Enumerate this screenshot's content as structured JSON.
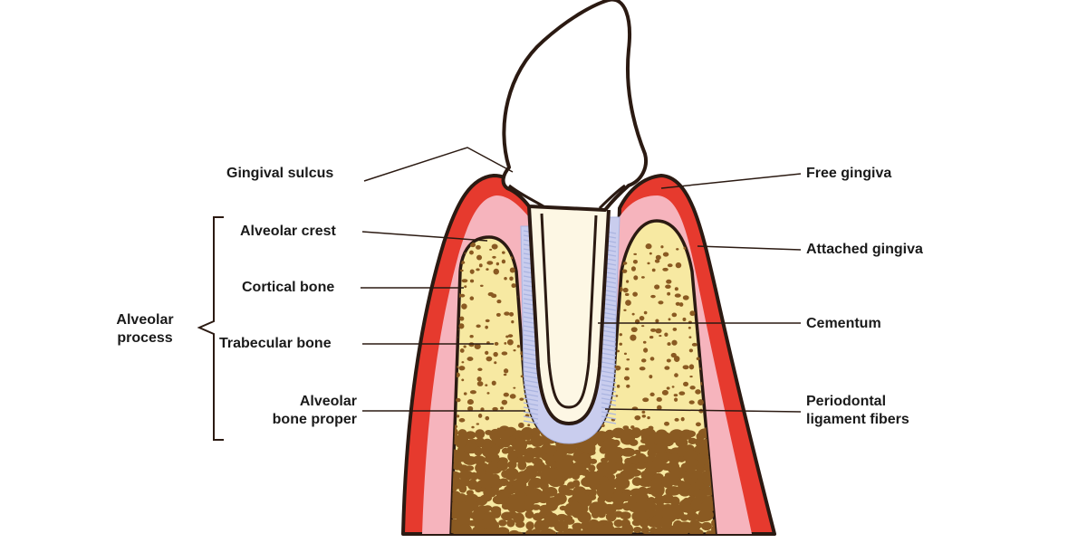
{
  "labels": {
    "gingival_sulcus": "Gingival sulcus",
    "alveolar_crest": "Alveolar crest",
    "cortical_bone": "Cortical bone",
    "trabecular_bone": "Trabecular bone",
    "alveolar_bone_proper_line1": "Alveolar",
    "alveolar_bone_proper_line2": "bone proper",
    "alveolar_process_line1": "Alveolar",
    "alveolar_process_line2": "process",
    "free_gingiva": "Free gingiva",
    "attached_gingiva": "Attached gingiva",
    "cementum": "Cementum",
    "periodontal_ligament_line1": "Periodontal",
    "periodontal_ligament_line2": "ligament fibers"
  },
  "colors": {
    "gingiva_red": "#e63a2e",
    "gingiva_pink": "#f6b4bd",
    "bone_yellow": "#f7e9a2",
    "trabecule_brown": "#8a5a22",
    "ligament_blue": "#aab4e0",
    "outline": "#2b1a12"
  }
}
